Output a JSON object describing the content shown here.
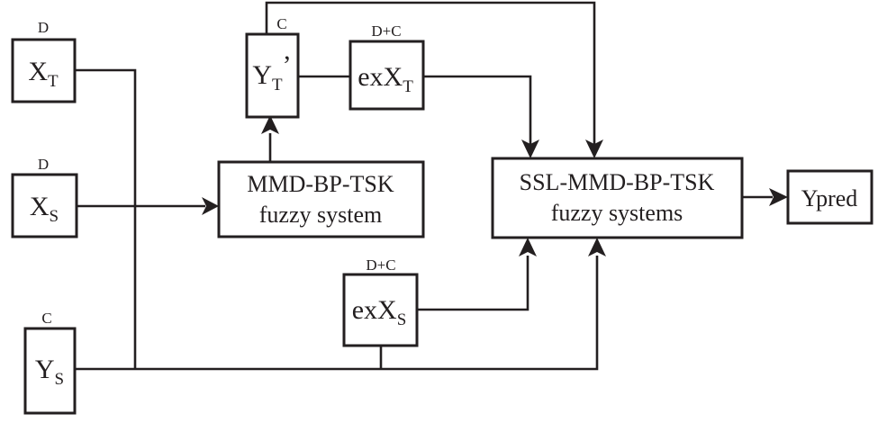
{
  "diagram": {
    "nodes": {
      "xt": {
        "main": "X",
        "sub": "T",
        "dim": "D"
      },
      "xs": {
        "main": "X",
        "sub": "S",
        "dim": "D"
      },
      "ys": {
        "main": "Y",
        "sub": "S",
        "dim": "C"
      },
      "ytp": {
        "main": "Y",
        "sub": "T",
        "prime": "’",
        "dim": "C"
      },
      "exxt": {
        "main": "exX",
        "sub": "T",
        "dim": "D+C"
      },
      "exxs": {
        "main": "exX",
        "sub": "S",
        "dim": "D+C"
      },
      "mmd": {
        "line1": "MMD-BP-TSK",
        "line2": "fuzzy system"
      },
      "ssl": {
        "line1": "SSL-MMD-BP-TSK",
        "line2": "fuzzy systems"
      },
      "ypred": {
        "label": "Ypred"
      }
    },
    "colors": {
      "stroke": "#231f20",
      "background": "#ffffff"
    }
  }
}
